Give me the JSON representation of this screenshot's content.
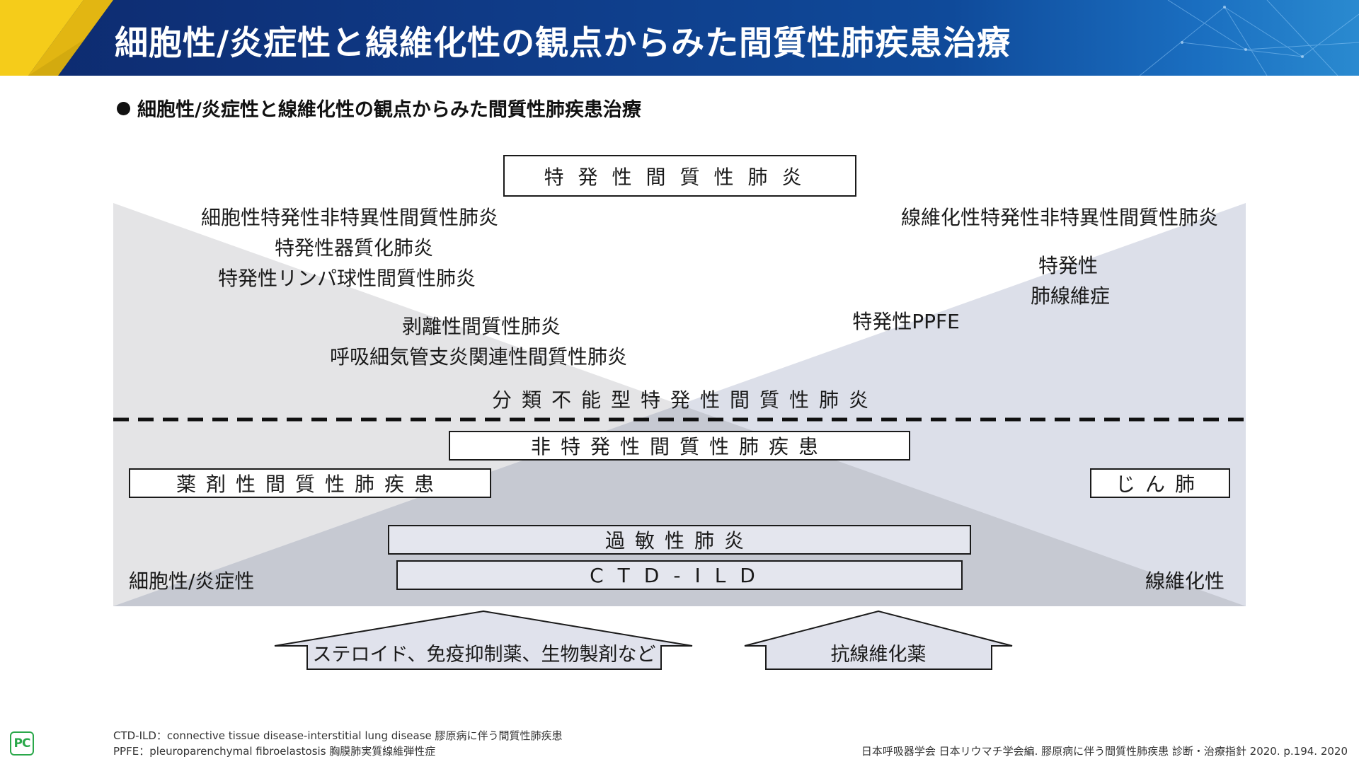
{
  "header": {
    "title": "細胞性/炎症性と線維化性の観点からみた間質性肺疾患治療"
  },
  "subtitle": "細胞性/炎症性と線維化性の観点からみた間質性肺疾患治療",
  "diagram": {
    "top_box": "特発性間質性肺炎",
    "left_items": [
      "細胞性特発性非特異性間質性肺炎",
      "特発性器質化肺炎",
      "特発性リンパ球性間質性肺炎",
      "剥離性間質性肺炎",
      "呼吸細気管支炎関連性間質性肺炎"
    ],
    "right_items": [
      "線維化性特発性非特異性間質性肺炎",
      "特発性",
      "肺線維症",
      "特発性PPFE"
    ],
    "unclassifiable": "分類不能型特発性間質性肺炎",
    "nonspecific_box": "非特発性間質性肺疾患",
    "drug_box": "薬剤性間質性肺疾患",
    "pneumoconiosis_box": "じん肺",
    "hp_box": "過敏性肺炎",
    "ctd_box": "CTD-ILD",
    "left_axis_label": "細胞性/炎症性",
    "right_axis_label": "線維化性",
    "left_arrow": "ステロイド、免疫抑制薬、生物製剤など",
    "right_arrow": "抗線維化薬"
  },
  "footnotes": {
    "ctd_ild": "CTD-ILD：connective tissue disease-interstitial lung disease 膠原病に伴う間質性肺疾患",
    "ppfe": "PPFE：pleuroparenchymal fibroelastosis 胸膜肺実質線維弾性症",
    "citation": "日本呼吸器学会 日本リウマチ学会編. 膠原病に伴う間質性肺疾患 診断・治療指針 2020. p.194. 2020"
  },
  "logo": "PC",
  "colors": {
    "header_blue": "#0f3a86",
    "accent_yellow": "#f5cc1a",
    "left_triangle": "#e4e4e6",
    "right_triangle": "#dcdfe9",
    "overlap": "#c6c9d2",
    "logo_green": "#2aa84a"
  }
}
